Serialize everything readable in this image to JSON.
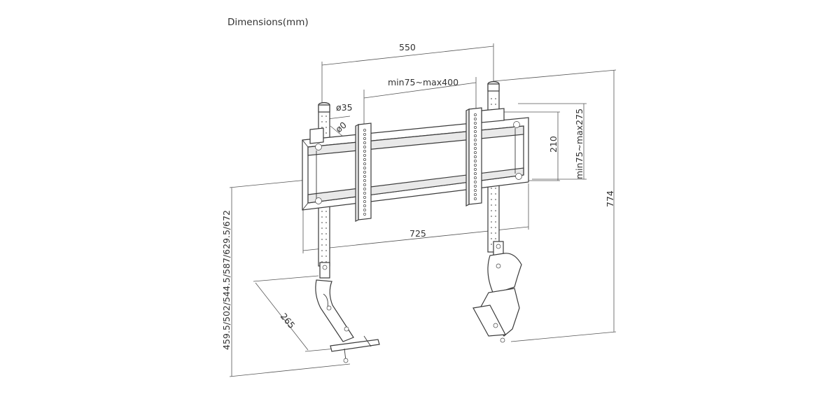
{
  "title": "Dimensions(mm)",
  "dimensions": {
    "pole_spacing": "550",
    "vesa_horizontal": "min75~max400",
    "pole_diameter": "ø35",
    "pole_diameter_inner": "ø0",
    "bracket_height": "210",
    "vesa_vertical": "min75~max275",
    "overall_height": "774",
    "overall_width": "725",
    "depth": "265",
    "adjustable_heights": "459.5/502/544.5/587/629.5/672"
  },
  "colors": {
    "line": "#3a3a3a",
    "text": "#333333",
    "background": "#ffffff"
  }
}
